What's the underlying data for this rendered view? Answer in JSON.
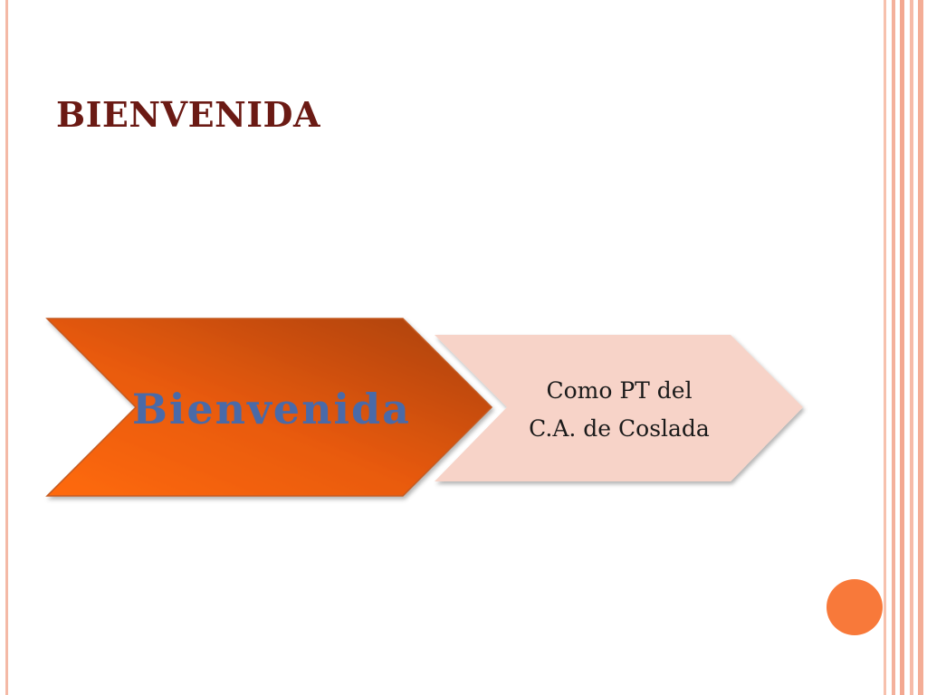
{
  "slide": {
    "title": "BIENVENIDA"
  },
  "diagram": {
    "step1_label": "Bienvenida",
    "step2_line1": "Como PT del",
    "step2_line2": "C.A. de Coslada"
  },
  "colors": {
    "title": "#6b1a14",
    "chevron1_light": "#ff6a10",
    "chevron1_dark": "#a8400a",
    "chevron1_text": "#4a6aa8",
    "chevron2_fill": "#f7d3c8",
    "chevron2_text": "#1a1a1a",
    "accent_circle": "#f8793a",
    "border": "#f4b9a6"
  }
}
